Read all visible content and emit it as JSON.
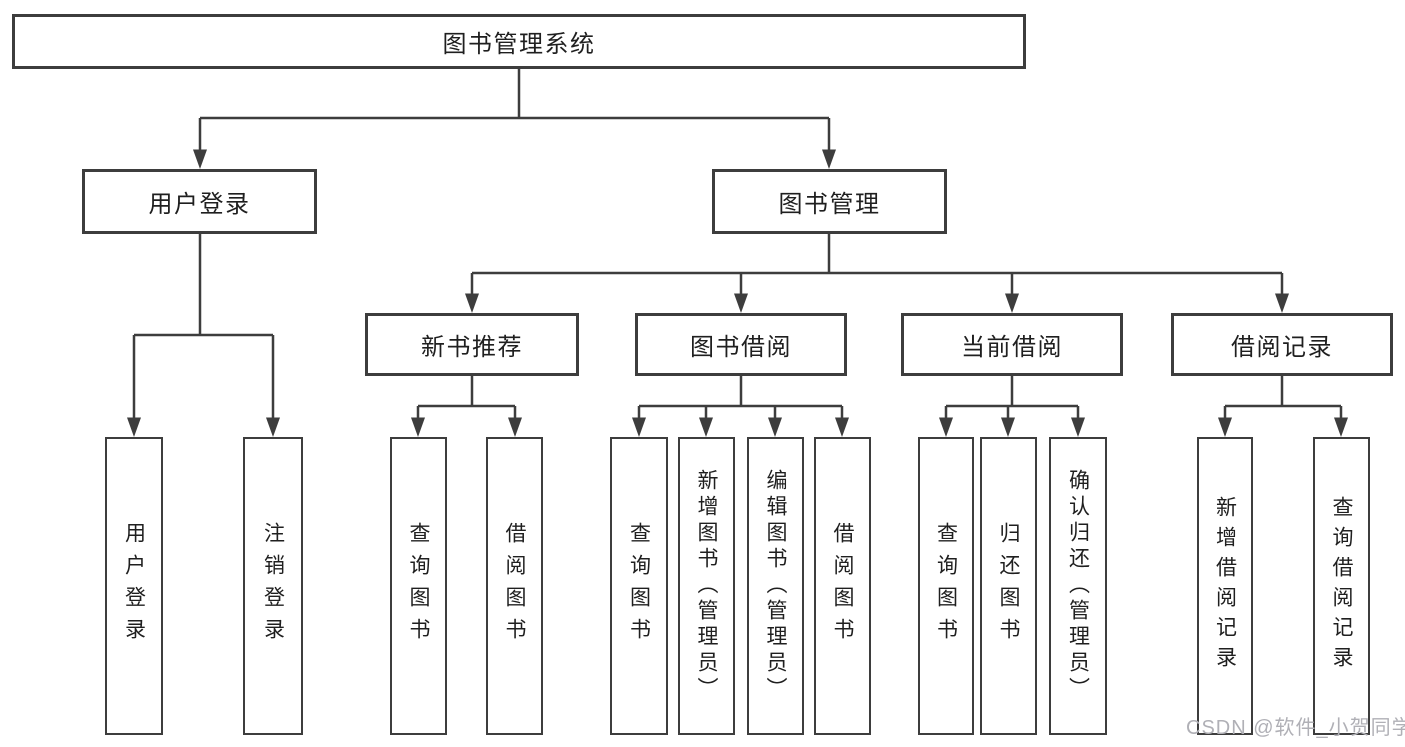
{
  "tree": {
    "root": {
      "label": "图书管理系统"
    },
    "branches": [
      {
        "label": "用户登录",
        "leaves": [
          {
            "label": "用户登录"
          },
          {
            "label": "注销登录"
          }
        ]
      },
      {
        "label": "图书管理",
        "groups": [
          {
            "label": "新书推荐",
            "leaves": [
              {
                "label": "查询图书"
              },
              {
                "label": "借阅图书"
              }
            ]
          },
          {
            "label": "图书借阅",
            "leaves": [
              {
                "label": "查询图书"
              },
              {
                "label": "新增图书（管理员）"
              },
              {
                "label": "编辑图书（管理员）"
              },
              {
                "label": "借阅图书"
              }
            ]
          },
          {
            "label": "当前借阅",
            "leaves": [
              {
                "label": "查询图书"
              },
              {
                "label": "归还图书"
              },
              {
                "label": "确认归还（管理员）"
              }
            ]
          },
          {
            "label": "借阅记录",
            "leaves": [
              {
                "label": "新增借阅记录"
              },
              {
                "label": "查询借阅记录"
              }
            ]
          }
        ]
      }
    ]
  },
  "watermark": {
    "text": "CSDN @软件_小贺同学"
  },
  "colors": {
    "line": "#3d3d3d",
    "box_border": "#3d3d3d",
    "box_text": "#1f1f1f",
    "background": "#ffffff",
    "watermark_text": "#b0b0b6"
  }
}
